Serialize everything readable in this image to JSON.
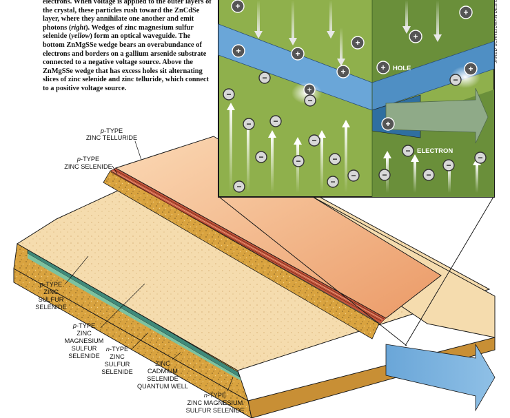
{
  "caption": {
    "p1": "electrons. When voltage is applied to the outer layers of the crystal, these particles rush toward the ZnCdSe layer, where they annihilate one another and emit photons (",
    "right": "right",
    "p2": "). Wedges of zinc magnesium sulfur selenide (",
    "yellow": "yellow",
    "p3": ") form an optical waveguide. The bottom ZnMgSSe wedge bears an overabundance of electrons and borders on a gallium arsenide substrate connected to a negative voltage source. Above the ZnMgSSe wedge that has excess holes sit alternating slices of zinc selenide and zinc telluride, which connect to a positive voltage source."
  },
  "credit": "JARED SCHNEIDMAN DESIGN",
  "labels": {
    "p_zinc_telluride": {
      "prefix": "p",
      "line1": "-TYPE",
      "line2": "ZINC TELLURIDE"
    },
    "p_zinc_selenide": {
      "prefix": "p",
      "line1": "-TYPE",
      "line2": "ZINC SELENIDE"
    },
    "p_zinc_sulfur_selenide": {
      "prefix": "p",
      "line1": "-TYPE",
      "line2": "ZINC",
      "line3": "SULFUR",
      "line4": "SELENIDE"
    },
    "p_zinc_magnesium": {
      "prefix": "p",
      "line1": "-TYPE",
      "line2": "ZINC",
      "line3": "MAGNESIUM",
      "line4": "SULFUR",
      "line5": "SELENIDE"
    },
    "n_zinc_sulfur_selenide": {
      "prefix": "n",
      "line1": "-TYPE",
      "line2": "ZINC",
      "line3": "SULFUR",
      "line4": "SELENIDE"
    },
    "quantum_well": {
      "line1": "ZINC",
      "line2": "CADMIUM",
      "line3": "SELENIDE",
      "line4": "QUANTUM WELL"
    },
    "n_zinc_magnesium": {
      "prefix": "n",
      "line1": "-TYPE",
      "line2": "ZINC MAGNESIUM",
      "line3": "SULFUR SELENIDE"
    }
  },
  "inset": {
    "hole_label": "HOLE",
    "electron_label": "ELECTRON",
    "plus": "+",
    "minus": "−"
  },
  "colors": {
    "tan_wedge": "#f2d6a4",
    "substrate_orange": "#d9a33f",
    "zinc_telluride": "#f0a878",
    "waveguide_blue": "#6aa6d8",
    "emission_green": "#8fb04c",
    "outline": "#1a1a1a"
  }
}
